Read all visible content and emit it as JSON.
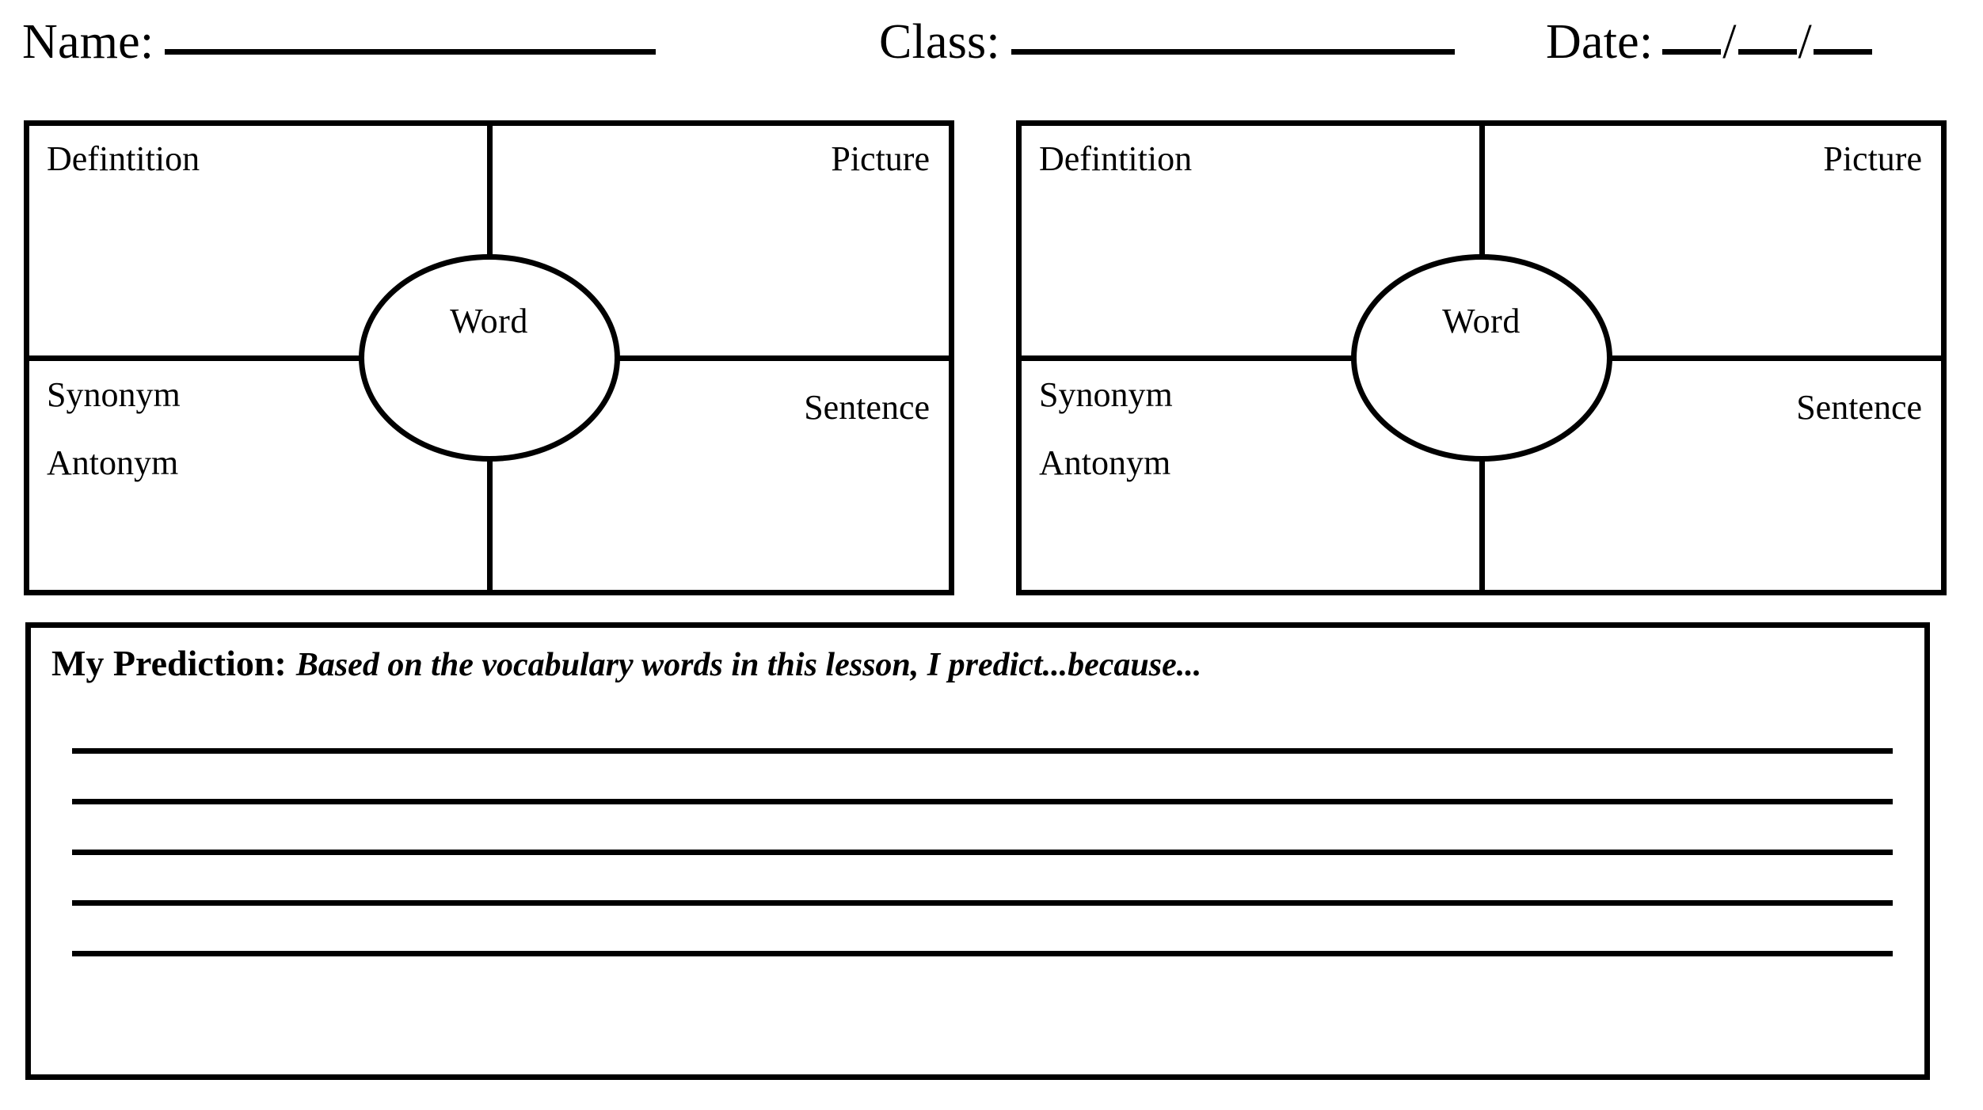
{
  "header": {
    "name_label": "Name:",
    "class_label": "Class:",
    "date_label": "Date:",
    "date_separator": "/"
  },
  "frayer_models": [
    {
      "definition_label": "Defintition",
      "picture_label": "Picture",
      "synonym_label": "Synonym",
      "antonym_label": "Antonym",
      "sentence_label": "Sentence",
      "center_label": "Word"
    },
    {
      "definition_label": "Defintition",
      "picture_label": "Picture",
      "synonym_label": "Synonym",
      "antonym_label": "Antonym",
      "sentence_label": "Sentence",
      "center_label": "Word"
    }
  ],
  "prediction": {
    "title": "My Prediction:",
    "prompt": "Based on the vocabulary words in this lesson, I predict...because...",
    "line_count": 5
  },
  "colors": {
    "ink": "#000000",
    "page": "#ffffff"
  }
}
